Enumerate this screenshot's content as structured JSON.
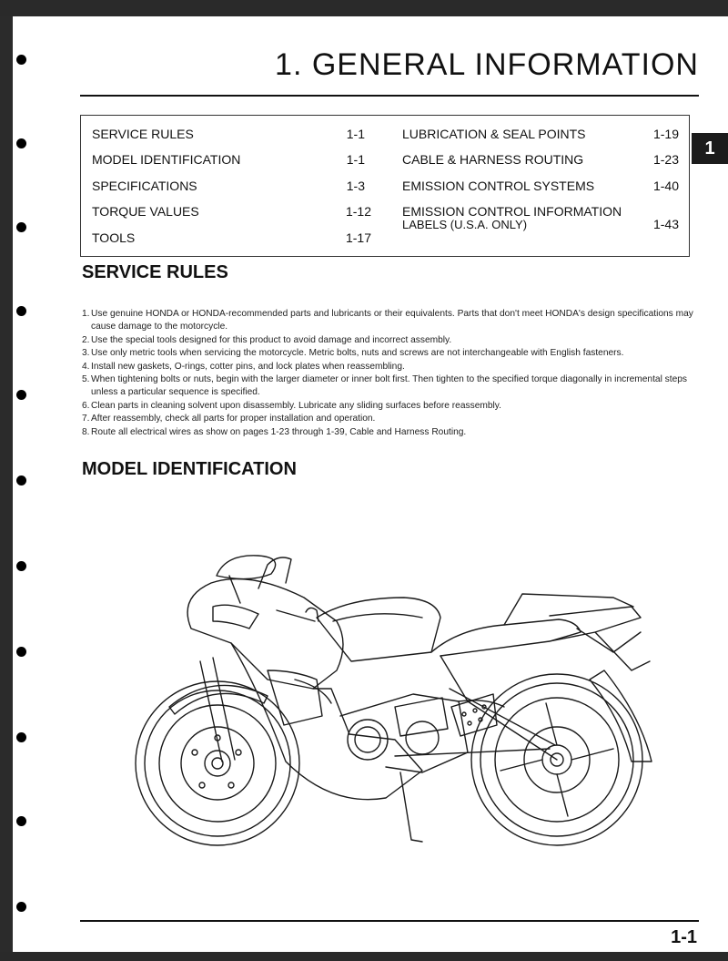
{
  "header": {
    "title": "1. GENERAL INFORMATION"
  },
  "toc": {
    "left": [
      {
        "label": "SERVICE RULES",
        "page": "1-1"
      },
      {
        "label": "MODEL IDENTIFICATION",
        "page": "1-1"
      },
      {
        "label": "SPECIFICATIONS",
        "page": "1-3"
      },
      {
        "label": "TORQUE VALUES",
        "page": "1-12"
      },
      {
        "label": "TOOLS",
        "page": "1-17"
      }
    ],
    "right": [
      {
        "label": "LUBRICATION & SEAL POINTS",
        "page": "1-19"
      },
      {
        "label": "CABLE & HARNESS ROUTING",
        "page": "1-23"
      },
      {
        "label": "EMISSION CONTROL SYSTEMS",
        "page": "1-40"
      },
      {
        "label_line1": "EMISSION CONTROL INFORMATION",
        "label_line2": "LABELS (U.S.A. ONLY)",
        "page": "1-43"
      }
    ]
  },
  "chapter_tab": "1",
  "service_rules": {
    "heading": "SERVICE RULES",
    "items": [
      {
        "num": "1.",
        "text": "Use genuine HONDA or HONDA-recommended parts and lubricants or their equivalents. Parts that don't meet HONDA's design specifications may cause damage to the motorcycle."
      },
      {
        "num": "2.",
        "text": "Use the special tools designed for this product to avoid damage and incorrect assembly."
      },
      {
        "num": "3.",
        "text": "Use only metric tools when servicing the motorcycle. Metric bolts, nuts and screws are not interchangeable with English fasteners."
      },
      {
        "num": "4.",
        "text": "Install new gaskets, O-rings, cotter pins, and lock plates when reassembling."
      },
      {
        "num": "5.",
        "text": "When tightening bolts or nuts, begin with the larger diameter or inner bolt first. Then tighten to the specified torque diagonally in incremental steps unless a particular sequence is specified."
      },
      {
        "num": "6.",
        "text": "Clean parts in cleaning solvent upon disassembly. Lubricate any sliding surfaces before reassembly."
      },
      {
        "num": "7.",
        "text": "After reassembly, check all parts for proper installation and operation."
      },
      {
        "num": "8.",
        "text": "Route all electrical wires as show on pages 1-23 through 1-39, Cable and Harness Routing."
      }
    ]
  },
  "model_identification": {
    "heading": "MODEL IDENTIFICATION"
  },
  "footer": {
    "page_number": "1-1"
  }
}
